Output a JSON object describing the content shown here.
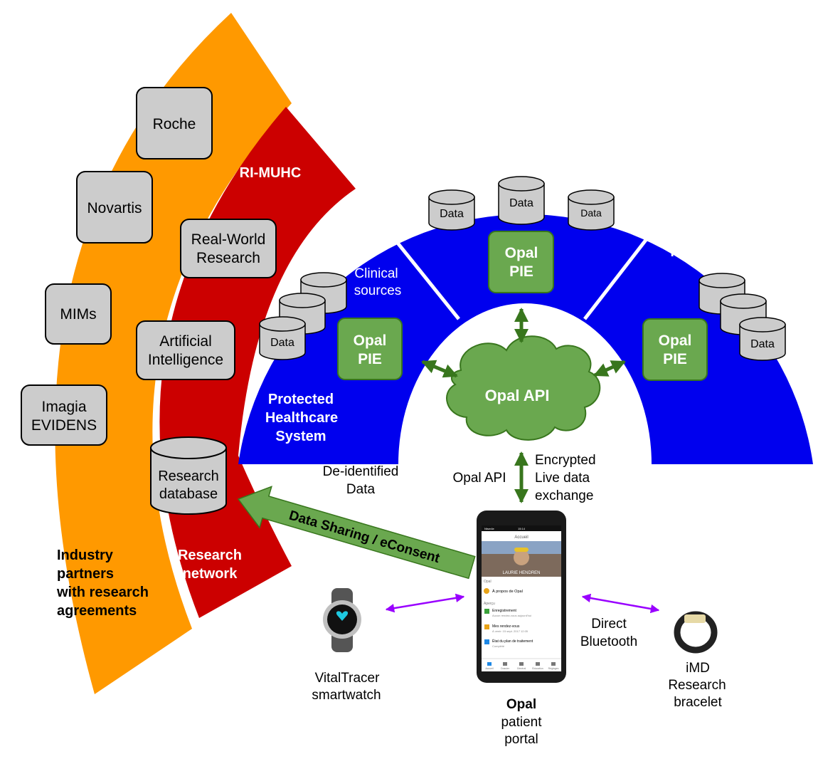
{
  "colors": {
    "industry": "#FF9900",
    "research": "#CC0000",
    "hospital": "#0000EE",
    "opal": "#6AA84F",
    "opal_dark": "#38761D",
    "box": "#CCCCCC",
    "bluetooth": "#9900FF"
  },
  "industry": {
    "title": [
      "Industry",
      "partners",
      "with research",
      "agreements"
    ],
    "partners": [
      {
        "id": "roche",
        "lines": [
          "Roche"
        ]
      },
      {
        "id": "novartis",
        "lines": [
          "Novartis"
        ]
      },
      {
        "id": "mims",
        "lines": [
          "MIMs"
        ]
      },
      {
        "id": "imagia",
        "lines": [
          "Imagia",
          "EVIDENS"
        ]
      }
    ]
  },
  "research": {
    "title": "RI-MUHC",
    "network_label": [
      "Research",
      "network"
    ],
    "items": [
      {
        "id": "real-world-research",
        "lines": [
          "Real-World",
          "Research"
        ]
      },
      {
        "id": "artificial-intelligence",
        "lines": [
          "Artificial",
          "Intelligence"
        ]
      }
    ],
    "database": [
      "Research",
      "database"
    ]
  },
  "hospitals": {
    "muhc": {
      "title": "MUHC",
      "clinical_sources": [
        "Clinical",
        "sources"
      ],
      "data_label": "Data",
      "pie": [
        "Opal",
        "PIE"
      ],
      "protected": [
        "Protected",
        "Healthcare",
        "System"
      ]
    },
    "ste_justine": {
      "title": "Ste-Justine",
      "data_labels": [
        "Data",
        "Data",
        "Data"
      ],
      "pie": [
        "Opal",
        "PIE"
      ]
    },
    "future": {
      "title": [
        "Future",
        "Hospital"
      ],
      "data_label": "Data",
      "pie": [
        "Opal",
        "PIE"
      ]
    }
  },
  "api": {
    "cloud_label": "Opal API",
    "left_label": "Opal API",
    "right_label": [
      "Encrypted",
      "Live data",
      "exchange"
    ],
    "deidentified": [
      "De-identified",
      "Data"
    ],
    "sharing": "Data Sharing / eConsent"
  },
  "devices": {
    "smartwatch": [
      "VitalTracer",
      "smartwatch"
    ],
    "bracelet": [
      "iMD",
      "Research",
      "bracelet"
    ],
    "bluetooth": [
      "Direct",
      "Bluetooth"
    ],
    "portal_bold": "Opal",
    "portal": [
      "patient",
      "portal"
    ]
  },
  "phone": {
    "status_left": "Ntsm4e",
    "status_time": "15:14",
    "header": "Accueil",
    "banner_name": "LAURIE HENDREN",
    "section_opal": "Opal",
    "about": "À propos de Opal",
    "section_apercu": "Aperçu",
    "items": [
      {
        "title": "Enregistrement",
        "sub": "Aucun rendez-vous aujourd'hui"
      },
      {
        "title": "Mes rendez-vous",
        "sub": "À venir: 15 sept. 2017 12:05"
      },
      {
        "title": "État du plan de traitement",
        "sub": "Complété"
      }
    ],
    "nav": [
      "Accueil",
      "Dossier",
      "Général",
      "Éducation",
      "Réglages"
    ]
  }
}
